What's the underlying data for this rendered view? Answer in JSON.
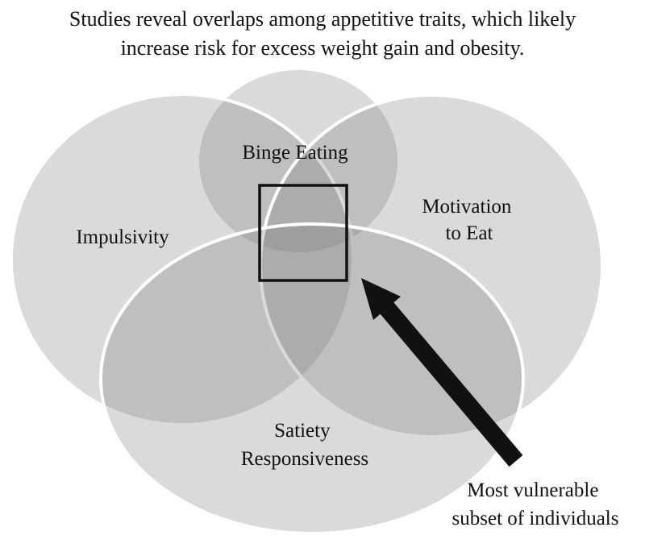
{
  "title": {
    "line1": "Studies reveal overlaps among appetitive traits, which likely",
    "line2": "increase risk for excess weight gain and obesity."
  },
  "sets": {
    "binge_eating": "Binge Eating",
    "impulsivity": "Impulsivity",
    "motivation_line1": "Motivation",
    "motivation_line2": "to Eat",
    "satiety_line1": "Satiety",
    "satiety_line2": "Responsiveness"
  },
  "callout": {
    "line1": "Most vulnerable",
    "line2": "subset of individuals"
  },
  "colors": {
    "circle_fill": "#7a7a7a",
    "circle_stroke": "#ffffff",
    "highlight_box": "#111111",
    "arrow": "#111111",
    "text": "#111111"
  }
}
